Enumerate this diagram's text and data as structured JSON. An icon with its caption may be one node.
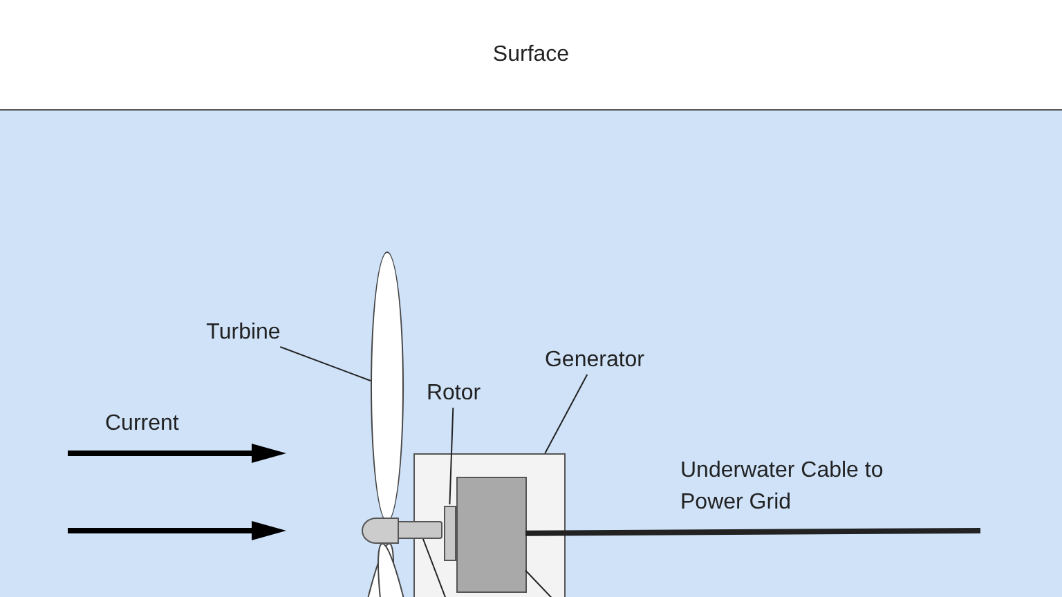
{
  "diagram": {
    "nodes": [
      {
        "text": [
          "Surface"
        ]
      },
      {
        "text": [
          "Turbine"
        ]
      },
      {
        "text": [],
        "shape": "ellipse"
      },
      {
        "text": [
          "Rotor"
        ]
      },
      {
        "text": [],
        "shape": "box",
        "in": 6
      },
      {
        "text": [
          "Generator"
        ]
      },
      {
        "text": [],
        "shape": "box"
      },
      {
        "text": [],
        "shape": "box",
        "in": 6
      },
      {
        "text": [],
        "shape": "bar"
      }
    ],
    "edges": [
      {
        "from": 1,
        "to": 2,
        "arrow": "none"
      },
      {
        "from": 3,
        "to": 4,
        "arrow": "none"
      },
      {
        "from": 5,
        "to": 6,
        "arrow": "none"
      },
      {
        "from": 7,
        "to": null,
        "arrow": "none",
        "style": "thick"
      },
      {
        "from": null,
        "to": 8,
        "arrow": "none"
      },
      {
        "from": null,
        "to": 7,
        "arrow": "none"
      }
    ],
    "labels": [
      "Current",
      "Underwater Cable to Power Grid"
    ]
  }
}
